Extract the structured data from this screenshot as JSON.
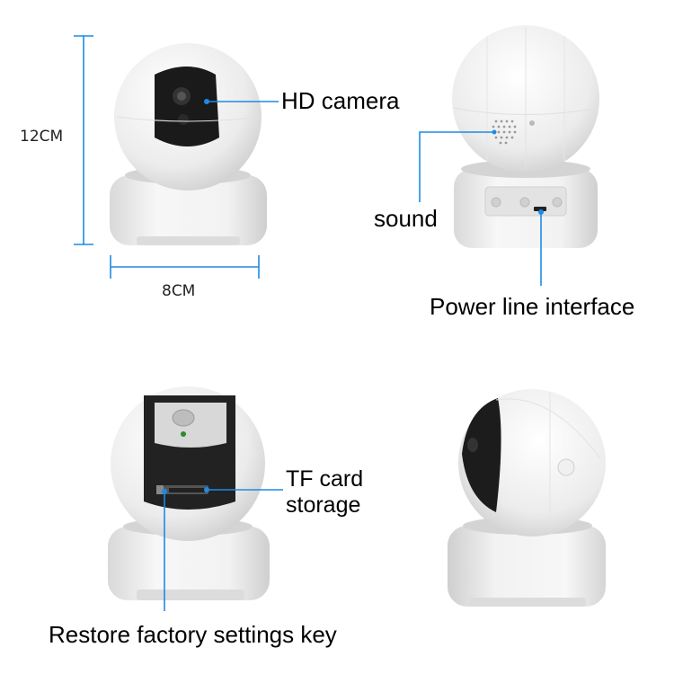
{
  "labels": {
    "height_dim": "12CM",
    "width_dim": "8CM",
    "hd_camera": "HD camera",
    "sound": "sound",
    "power": "Power line interface",
    "tf_line1": "TF card",
    "tf_line2": "storage",
    "restore": "Restore factory settings key"
  },
  "colors": {
    "callout_line": "#1e8ae6",
    "camera_body": "#f4f4f4",
    "lens_housing": "#1a1a1a"
  },
  "views": [
    "front-view",
    "back-view",
    "open-front-view",
    "side-view"
  ]
}
